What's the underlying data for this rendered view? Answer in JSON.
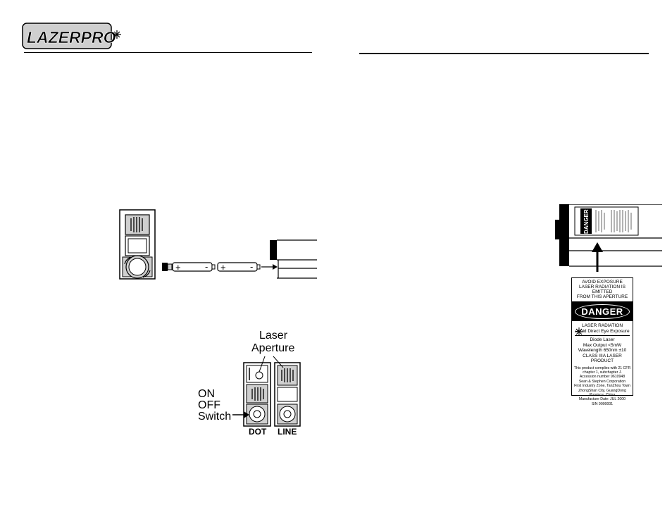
{
  "logo": {
    "text": "LAZERPRO"
  },
  "battery": {
    "plus_1": "+",
    "minus_1": "-",
    "plus_2": "+",
    "minus_2": "-"
  },
  "callouts": {
    "laser_aperture_line1": "Laser",
    "laser_aperture_line2": "Aperture",
    "on": "ON",
    "off": "OFF",
    "switch": "Switch",
    "dot": "DOT",
    "line": "LINE"
  },
  "device_label": {
    "danger": "DANGER"
  },
  "danger_label": {
    "top_1": "AVOID EXPOSURE",
    "top_2": "LASER RADIATION IS EMITTED",
    "top_3": "FROM THIS APERTURE",
    "danger": "DANGER",
    "radiation": "LASER RADIATION",
    "avoid": "Avoid Direct Eye Exposure",
    "diode": "Diode Laser",
    "max_output": "Max Output <5mW",
    "wavelength": "Wavelength 650nm ±10",
    "class": "CLASS IIIA LASER PRODUCT",
    "comply_1": "This product complies with 21 CFR",
    "comply_2": "chapter 1, subchapter J.",
    "accession": "Accession number 9610948",
    "company": "Sean & Stephen Corporation",
    "address_1": "First Industry Zone, TanZhou Town",
    "address_2": "ZhongShan City, GuangDong",
    "address_3": "Province, China",
    "manufacture": "Manufacture Date: JUL 2000",
    "serial": "S/N 9000001"
  }
}
